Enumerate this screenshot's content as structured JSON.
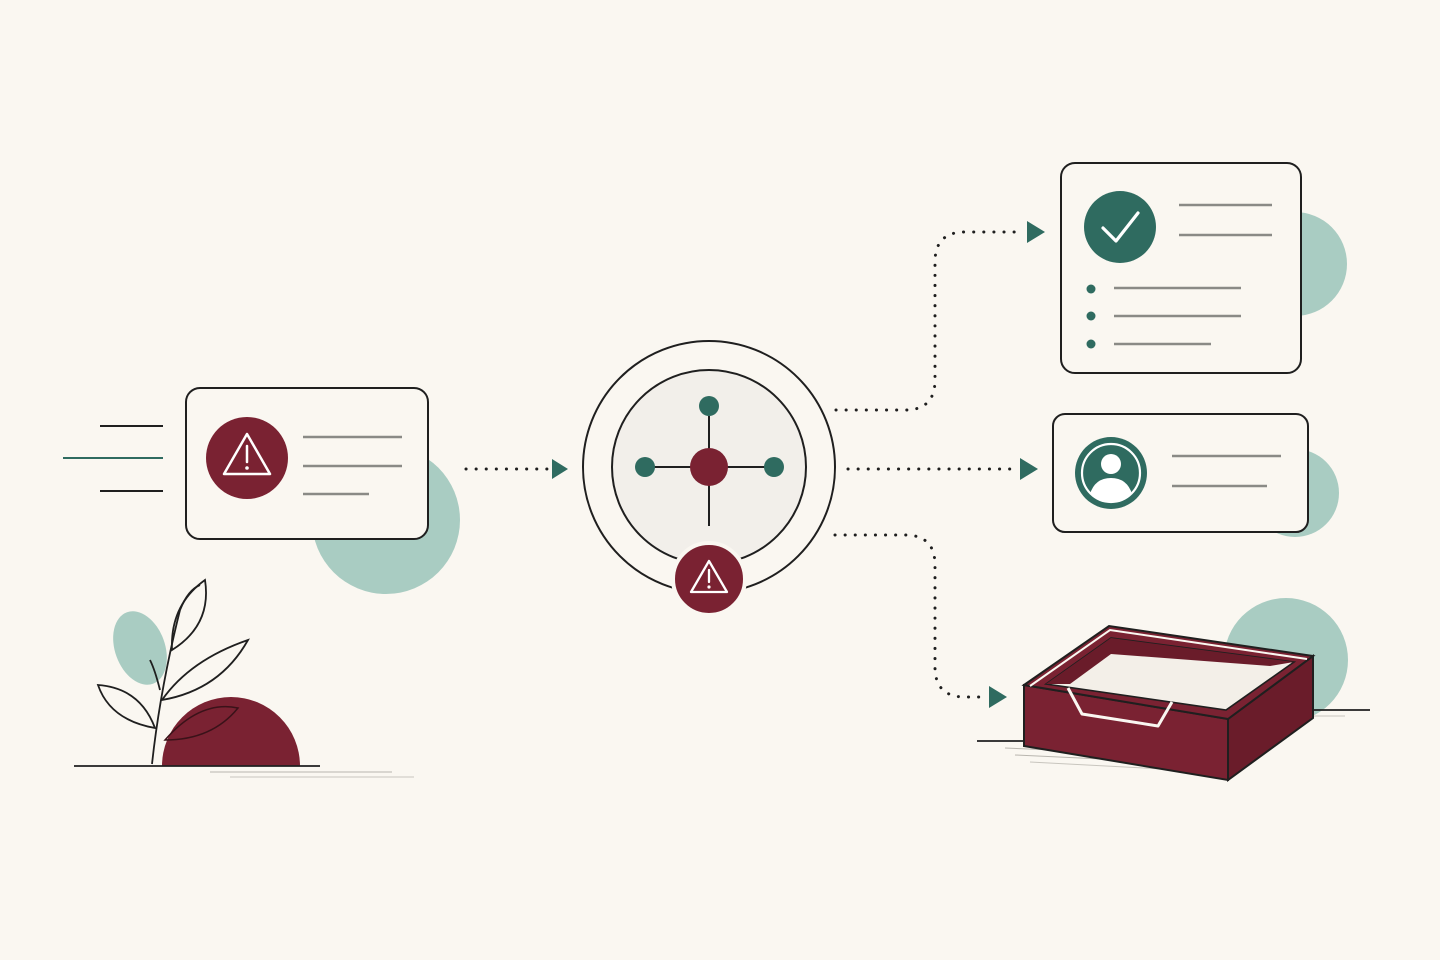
{
  "colors": {
    "background": "#faf7f1",
    "ink": "#1f1f1f",
    "maroon": "#7a2232",
    "teal": "#2f6b60",
    "sage": "#a9ccc2",
    "panel": "#faf7f1",
    "line_gray": "#8a8a86",
    "hub_fill": "#f2efea"
  },
  "nodes": [
    {
      "id": "incoming-alert",
      "icon": "warning-icon"
    },
    {
      "id": "routing-hub",
      "icon": "network-hub-icon",
      "badge": "warning-icon"
    },
    {
      "id": "resolved-card",
      "icon": "check-icon"
    },
    {
      "id": "assigned-card",
      "icon": "user-icon"
    },
    {
      "id": "inbox-tray",
      "icon": "tray-icon"
    }
  ],
  "edges": [
    {
      "from": "incoming-alert",
      "to": "routing-hub"
    },
    {
      "from": "routing-hub",
      "to": "resolved-card"
    },
    {
      "from": "routing-hub",
      "to": "assigned-card"
    },
    {
      "from": "routing-hub",
      "to": "inbox-tray"
    }
  ]
}
